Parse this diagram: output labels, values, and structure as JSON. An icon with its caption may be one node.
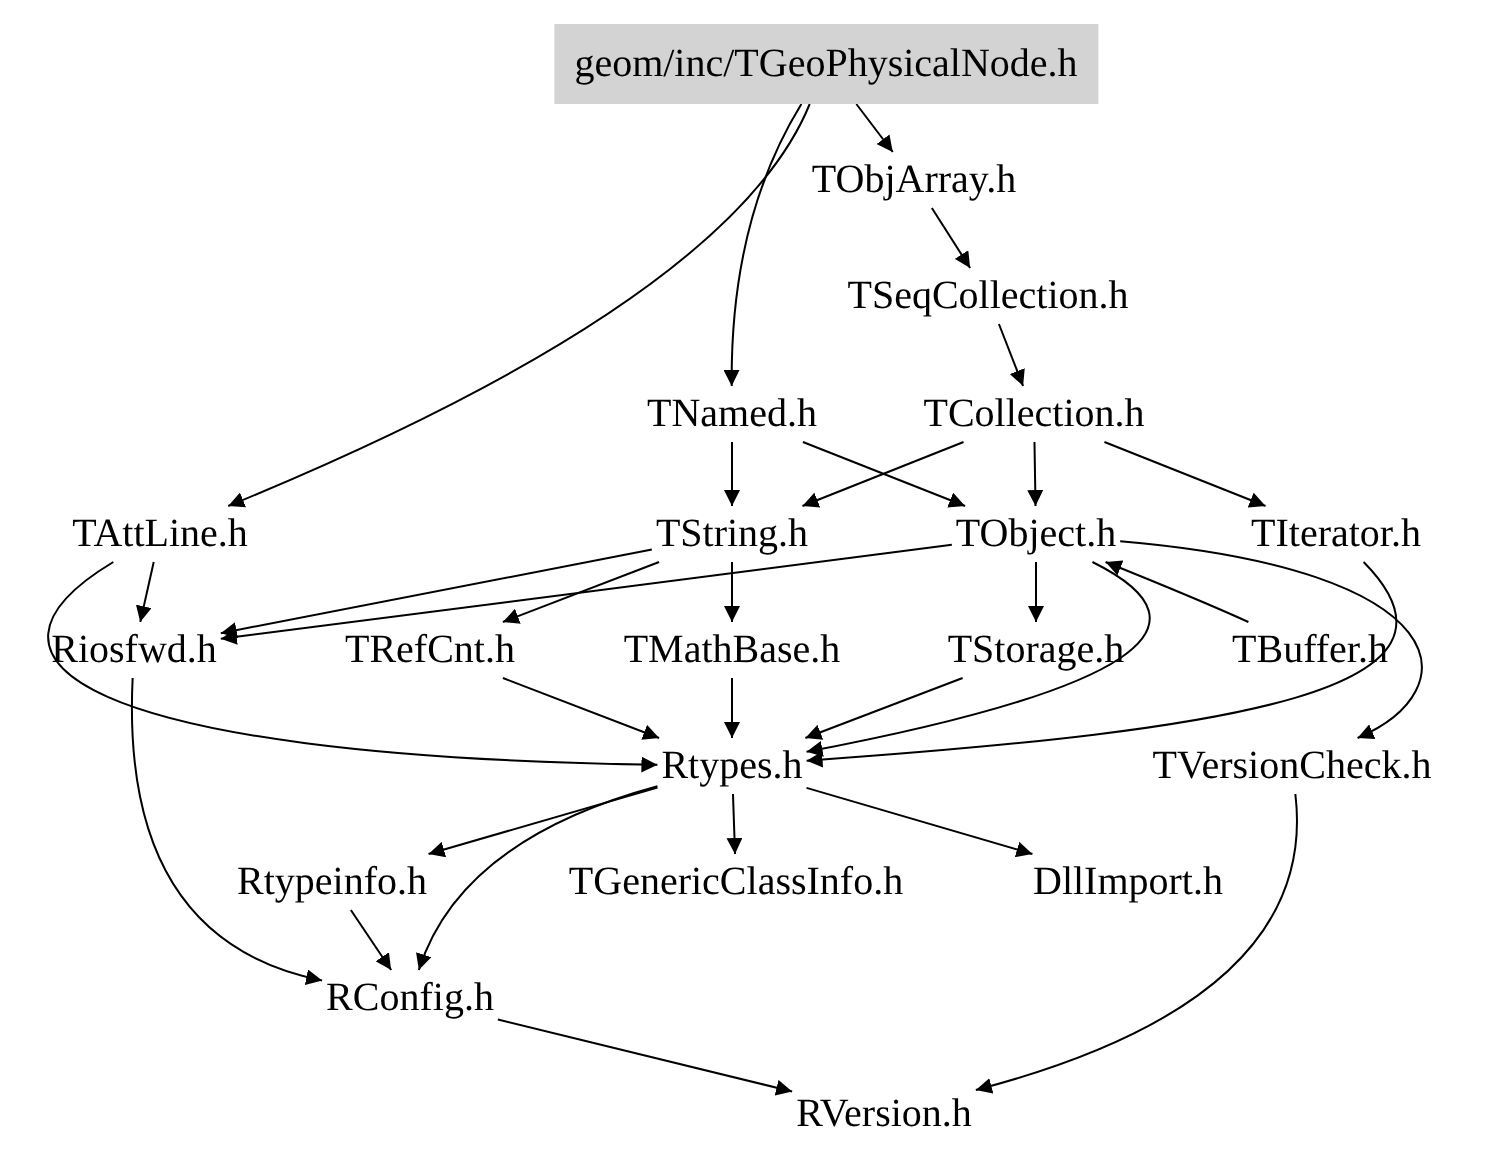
{
  "diagram": {
    "nodes": [
      {
        "text": [
          "geom/inc/TGeoPhysicalNode.h"
        ]
      },
      {
        "text": [
          "TObjArray.h"
        ]
      },
      {
        "text": [
          "TSeqCollection.h"
        ]
      },
      {
        "text": [
          "TNamed.h"
        ]
      },
      {
        "text": [
          "TCollection.h"
        ]
      },
      {
        "text": [
          "TAttLine.h"
        ]
      },
      {
        "text": [
          "TString.h"
        ]
      },
      {
        "text": [
          "TObject.h"
        ]
      },
      {
        "text": [
          "TIterator.h"
        ]
      },
      {
        "text": [
          "Riosfwd.h"
        ]
      },
      {
        "text": [
          "TRefCnt.h"
        ]
      },
      {
        "text": [
          "TMathBase.h"
        ]
      },
      {
        "text": [
          "TStorage.h"
        ]
      },
      {
        "text": [
          "TBuffer.h"
        ]
      },
      {
        "text": [
          "Rtypes.h"
        ]
      },
      {
        "text": [
          "TVersionCheck.h"
        ]
      },
      {
        "text": [
          "Rtypeinfo.h"
        ]
      },
      {
        "text": [
          "TGenericClassInfo.h"
        ]
      },
      {
        "text": [
          "DllImport.h"
        ]
      },
      {
        "text": [
          "RConfig.h"
        ]
      },
      {
        "text": [
          "RVersion.h"
        ]
      }
    ],
    "edges": [
      {
        "from": 0,
        "to": 1,
        "arrow": "to"
      },
      {
        "from": 0,
        "to": 3,
        "arrow": "to"
      },
      {
        "from": 0,
        "to": 5,
        "arrow": "to"
      },
      {
        "from": 1,
        "to": 2,
        "arrow": "to"
      },
      {
        "from": 2,
        "to": 4,
        "arrow": "to"
      },
      {
        "from": 3,
        "to": 6,
        "arrow": "to"
      },
      {
        "from": 3,
        "to": 7,
        "arrow": "to"
      },
      {
        "from": 4,
        "to": 6,
        "arrow": "to"
      },
      {
        "from": 4,
        "to": 7,
        "arrow": "to"
      },
      {
        "from": 4,
        "to": 8,
        "arrow": "to"
      },
      {
        "from": 5,
        "to": 9,
        "arrow": "to"
      },
      {
        "from": 5,
        "to": 14,
        "arrow": "to"
      },
      {
        "from": 6,
        "to": 9,
        "arrow": "to"
      },
      {
        "from": 6,
        "to": 10,
        "arrow": "to"
      },
      {
        "from": 6,
        "to": 11,
        "arrow": "to"
      },
      {
        "from": 7,
        "to": 9,
        "arrow": "to"
      },
      {
        "from": 7,
        "to": 12,
        "arrow": "to"
      },
      {
        "from": 13,
        "to": 7,
        "arrow": "to"
      },
      {
        "from": 7,
        "to": 14,
        "arrow": "to"
      },
      {
        "from": 7,
        "to": 15,
        "arrow": "to"
      },
      {
        "from": 8,
        "to": 14,
        "arrow": "to"
      },
      {
        "from": 9,
        "to": 19,
        "arrow": "to"
      },
      {
        "from": 10,
        "to": 14,
        "arrow": "to"
      },
      {
        "from": 11,
        "to": 14,
        "arrow": "to"
      },
      {
        "from": 12,
        "to": 14,
        "arrow": "to"
      },
      {
        "from": 14,
        "to": 16,
        "arrow": "to"
      },
      {
        "from": 14,
        "to": 17,
        "arrow": "to"
      },
      {
        "from": 14,
        "to": 18,
        "arrow": "to"
      },
      {
        "from": 14,
        "to": 19,
        "arrow": "to"
      },
      {
        "from": 16,
        "to": 19,
        "arrow": "to"
      },
      {
        "from": 19,
        "to": 20,
        "arrow": "to"
      },
      {
        "from": 15,
        "to": 20,
        "arrow": "to"
      }
    ]
  }
}
